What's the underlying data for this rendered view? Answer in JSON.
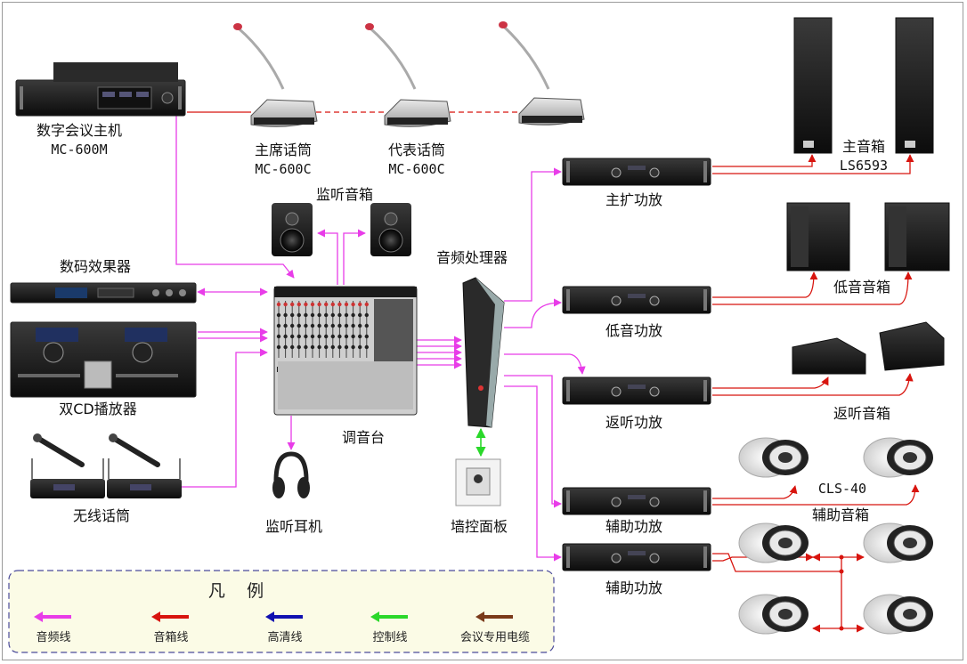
{
  "labels": {
    "conf_host": "数字会议主机",
    "conf_host_model": "MC-600M",
    "chair_mic": "主席话筒",
    "chair_mic_model": "MC-600C",
    "delegate_mic": "代表话筒",
    "delegate_mic_model": "MC-600C",
    "monitor_speakers": "监听音箱",
    "effects": "数码效果器",
    "dual_cd": "双CD播放器",
    "wireless_mic": "无线话筒",
    "mixer": "调音台",
    "headphones": "监听耳机",
    "audio_processor": "音频处理器",
    "wall_panel": "墙控面板",
    "main_amp": "主扩功放",
    "sub_amp": "低音功放",
    "return_amp": "返听功放",
    "aux_amp_1": "辅助功放",
    "aux_amp_2": "辅助功放",
    "main_speaker": "主音箱",
    "main_speaker_model": "LS6593",
    "sub_speaker": "低音音箱",
    "return_speaker": "返听音箱",
    "aux_speaker_model": "CLS-40",
    "aux_speaker": "辅助音箱"
  },
  "legend": {
    "title": "凡    例",
    "items": [
      {
        "label": "音频线",
        "color": "#e83ce8"
      },
      {
        "label": "音箱线",
        "color": "#d8140e"
      },
      {
        "label": "高清线",
        "color": "#1010b0"
      },
      {
        "label": "控制线",
        "color": "#2ad82a"
      },
      {
        "label": "会议专用电缆",
        "color": "#7a3a1a"
      }
    ]
  },
  "colors": {
    "audio": "#e83ce8",
    "speaker": "#d8140e",
    "control": "#2ad82a",
    "legend_bg": "#fbfbe6",
    "legend_border": "#4a4a9a"
  }
}
